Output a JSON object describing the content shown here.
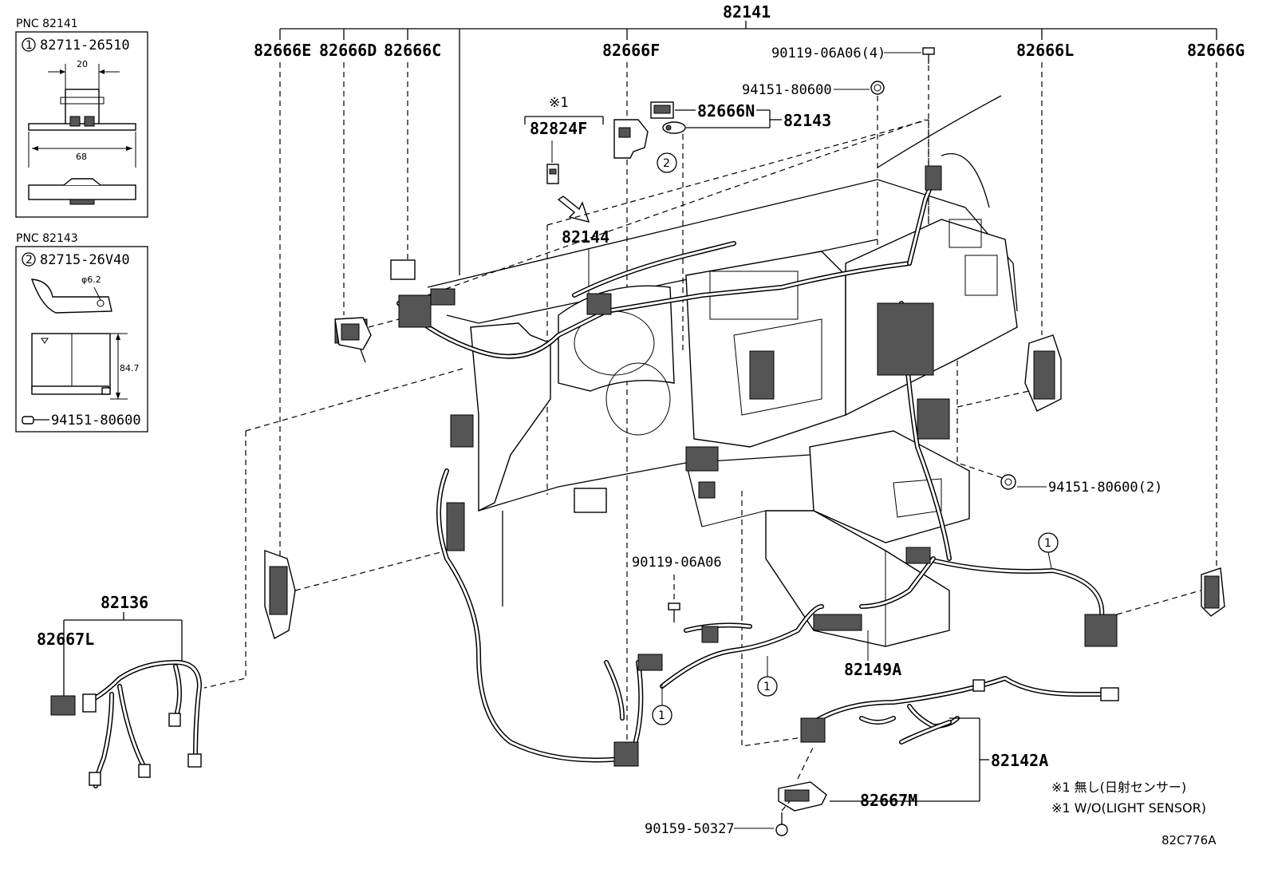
{
  "diagram_id": "82C776A",
  "top_label": "82141",
  "callouts": {
    "c82666E": "82666E",
    "c82666D": "82666D",
    "c82666C": "82666C",
    "c82666F": "82666F",
    "c90119_4": "90119-06A06(4)",
    "c94151": "94151-80600",
    "c82666N": "82666N",
    "c82143": "82143",
    "c82666L": "82666L",
    "c82666G": "82666G",
    "c82824F_note": "※1",
    "c82824F": "82824F",
    "c82144": "82144",
    "c94151_2": "94151-80600(2)",
    "c90119": "90119-06A06",
    "c82136": "82136",
    "c82667L": "82667L",
    "c82149A": "82149A",
    "c82142A": "82142A",
    "c82667M": "82667M",
    "c90159": "90159-50327",
    "circle1": "1",
    "circle2": "2"
  },
  "inset1": {
    "pnc": "PNC 82141",
    "num": "1",
    "part": "82711-26510",
    "dim_top": "20",
    "dim_width": "68"
  },
  "inset2": {
    "pnc": "PNC 82143",
    "num": "2",
    "part": "82715-26V40",
    "dim_dia": "φ6.2",
    "dim_height": "84.7",
    "sub_part": "94151-80600"
  },
  "notes": {
    "note_jp": "※1 無し(日射センサー)",
    "note_en": "※1 W/O(LIGHT SENSOR)"
  }
}
